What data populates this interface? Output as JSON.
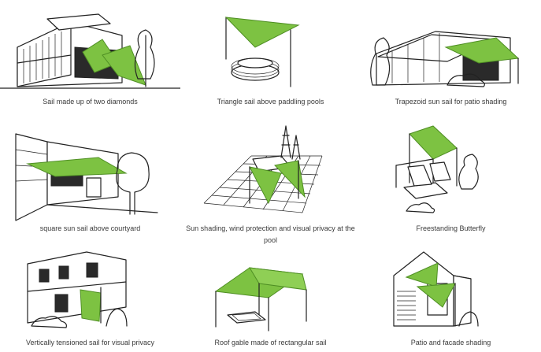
{
  "colors": {
    "sail": "#7dc242",
    "sail_edge": "#4f8f24",
    "ink": "#222222",
    "caption": "#3a3a3a"
  },
  "items": [
    {
      "caption": "Sail made up of two diamonds",
      "icon": "house-two-diamond-sails-icon"
    },
    {
      "caption": "Triangle sail above paddling pools",
      "icon": "triangle-sail-pool-icon"
    },
    {
      "caption": "Trapezoid sun sail for patio shading",
      "icon": "trapezoid-sail-patio-icon"
    },
    {
      "caption": "square sun sail above courtyard",
      "icon": "square-sail-courtyard-icon"
    },
    {
      "caption": "Sun shading, wind protection and visual privacy at the pool",
      "icon": "pool-shading-privacy-icon"
    },
    {
      "caption": "Freestanding Butterfly",
      "icon": "freestanding-butterfly-icon"
    },
    {
      "caption": "Vertically tensioned sail for visual privacy",
      "icon": "vertical-privacy-sail-icon"
    },
    {
      "caption": "Roof gable made of rectangular sail",
      "icon": "roof-gable-sail-icon"
    },
    {
      "caption": "Patio and facade shading",
      "icon": "patio-facade-shading-icon"
    }
  ]
}
